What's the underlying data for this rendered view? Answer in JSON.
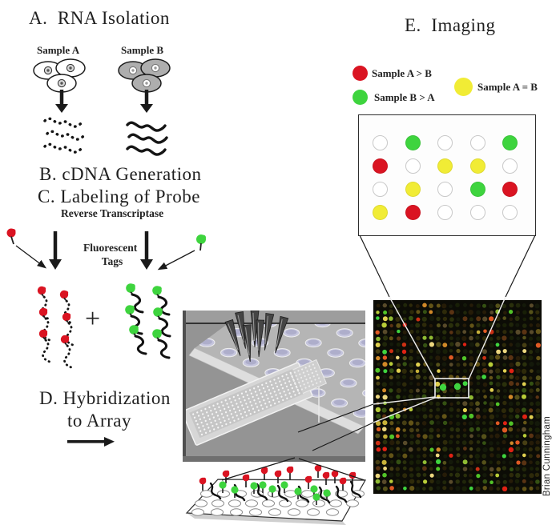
{
  "colors": {
    "red": "#da1422",
    "green": "#3ed43e",
    "yellow": "#f1ec35",
    "ink": "#1a1a1a",
    "well_lavender": "#c6c6de",
    "scan_bg": "#0c0c06",
    "empty_spot_border": "#c8c8c8"
  },
  "section_a": {
    "title": "A.  RNA Isolation",
    "sample_a_label": "Sample A",
    "sample_b_label": "Sample B"
  },
  "section_b": {
    "title": "B. cDNA Generation"
  },
  "section_c": {
    "title": "C. Labeling of Probe",
    "subtitle": "Reverse Transcriptase",
    "tags_label_line1": "Fluorescent",
    "tags_label_line2": "Tags",
    "plus_sign": "+"
  },
  "section_d": {
    "title_line1": "D. Hybridization",
    "title_line2": "to Array"
  },
  "section_e": {
    "title": "E.  Imaging",
    "legend": [
      {
        "color_key": "red",
        "label": "Sample A > B"
      },
      {
        "color_key": "green",
        "label": "Sample B > A"
      },
      {
        "color_key": "yellow",
        "label": "Sample A = B"
      }
    ],
    "spot_grid": {
      "rows": 4,
      "cols": 5,
      "cells": [
        [
          "empty",
          "green",
          "empty",
          "empty",
          "green"
        ],
        [
          "red",
          "empty",
          "yellow",
          "yellow",
          "empty"
        ],
        [
          "empty",
          "yellow",
          "empty",
          "green",
          "red"
        ],
        [
          "yellow",
          "red",
          "empty",
          "empty",
          "empty"
        ]
      ]
    }
  },
  "microarray_scan": {
    "rows": 29,
    "cols": 25,
    "palette_dim": [
      "#20260a",
      "#2a300c",
      "#181f07",
      "#2e2a0a",
      "#261c08",
      "#14190a"
    ],
    "palette_mid": [
      "#55511a",
      "#635417",
      "#473f14",
      "#5a3313",
      "#355113",
      "#584a2a"
    ],
    "palette_bright": [
      "#c8b23a",
      "#e0d050",
      "#b8cc38",
      "#52c428",
      "#cc3014",
      "#e05a24",
      "#d08828",
      "#8fbb33",
      "#e02214",
      "#ecd77f",
      "#3fd43f"
    ]
  },
  "credit": "Brian Cunningham"
}
